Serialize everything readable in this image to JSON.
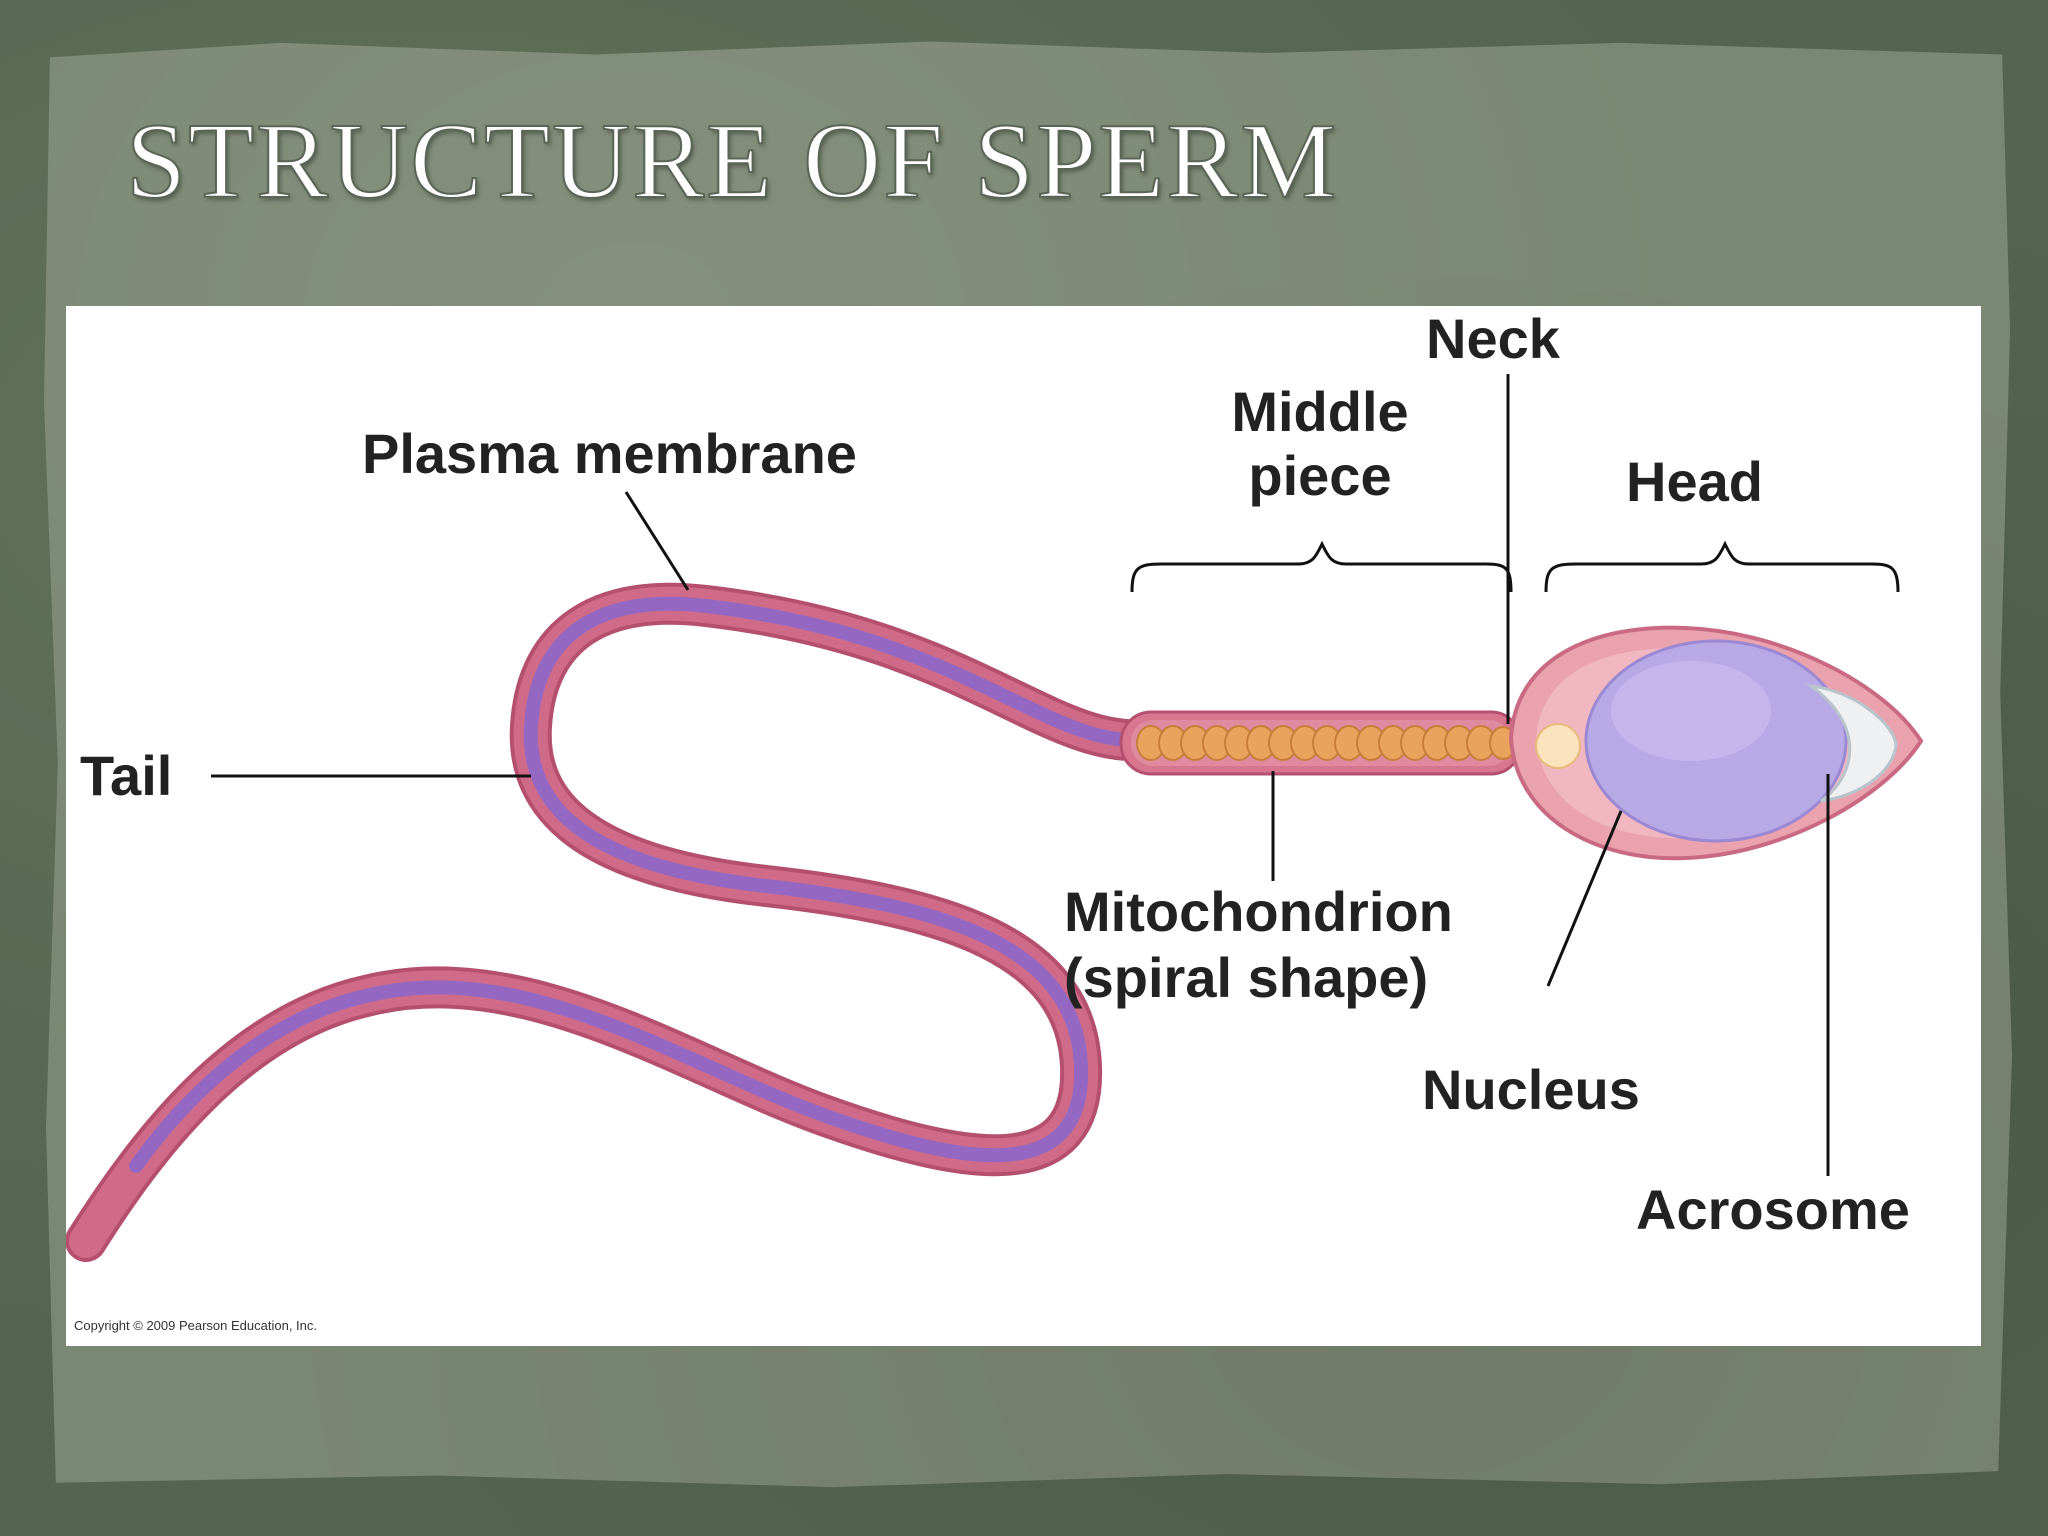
{
  "title": "STRUCTURE OF SPERM",
  "labels": {
    "neck": "Neck",
    "middle_piece_line1": "Middle",
    "middle_piece_line2": "piece",
    "head": "Head",
    "plasma_membrane": "Plasma membrane",
    "tail": "Tail",
    "mitochondrion_line1": "Mitochondrion",
    "mitochondrion_line2": "(spiral shape)",
    "nucleus": "Nucleus",
    "acrosome": "Acrosome"
  },
  "copyright": "Copyright © 2009 Pearson Education, Inc.",
  "colors": {
    "background": "#55644f",
    "paper": "#7a8772",
    "tail_outer": "#c9607e",
    "tail_inner": "#9b6fc9",
    "head_outer": "#e8a0ad",
    "nucleus": "#b4a6e4",
    "mitochondria": "#e9a55f",
    "label_text": "#222222"
  }
}
